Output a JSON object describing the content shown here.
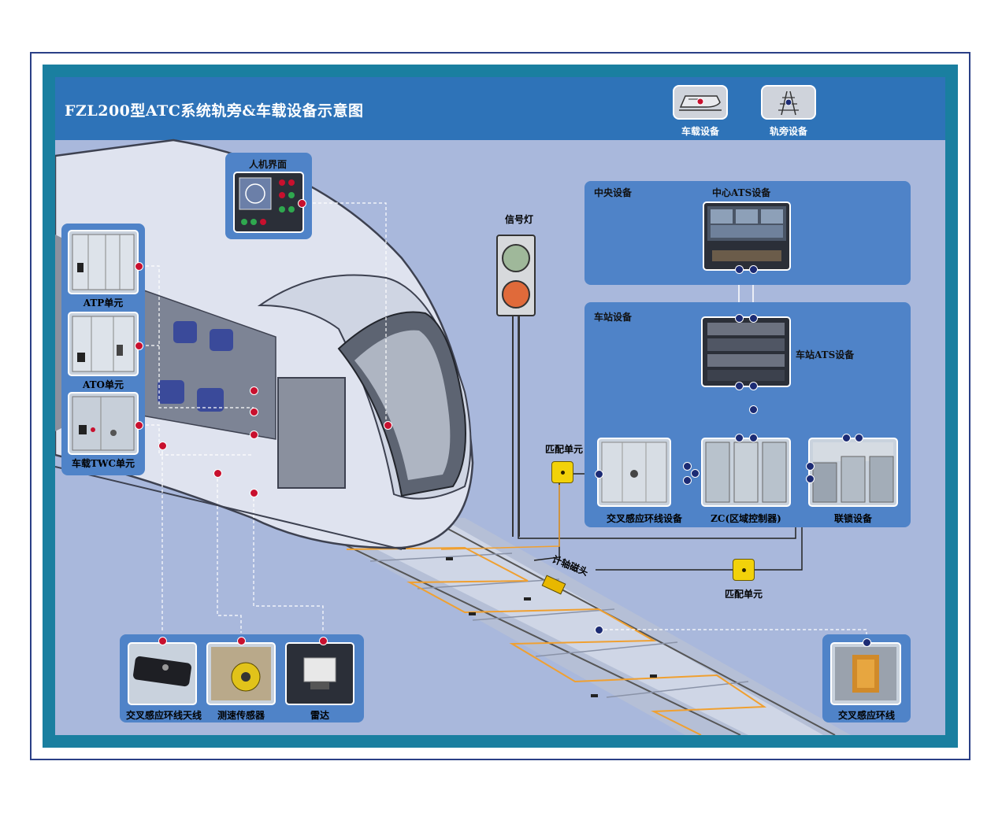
{
  "title": "FZL200型ATC系统轨旁&车载设备示意图",
  "legend": {
    "onboard": "车载设备",
    "wayside": "轨旁设备"
  },
  "hmi": {
    "label": "人机界面"
  },
  "onboard_units": {
    "atp": "ATP单元",
    "ato": "ATO单元",
    "twc": "车载TWC单元"
  },
  "signal": {
    "label": "信号灯"
  },
  "central": {
    "title": "中央设备",
    "ats_center": "中心ATS设备"
  },
  "station": {
    "title": "车站设备",
    "ats_station": "车站ATS设备",
    "loop_equipment": "交叉感应环线设备",
    "zc": "ZC(区域控制器)",
    "interlocking": "联锁设备"
  },
  "matching_unit_1": "匹配单元",
  "matching_unit_2": "匹配单元",
  "axle_counter": "计轴磁头",
  "bottom_devices": {
    "antenna": "交叉感应环线天线",
    "speed_sensor": "测速传感器",
    "radar": "雷达"
  },
  "loop_cable": "交叉感应环线",
  "colors": {
    "panel_bg": "#a9b8dc",
    "header": "#2e73b8",
    "box": "#4f83c8",
    "frame_teal": "#1a7fa0",
    "onboard_dot": "#c8102e",
    "wayside_dot": "#1c2b74",
    "loop_line": "#f0a030",
    "match_unit": "#f2d20a"
  }
}
